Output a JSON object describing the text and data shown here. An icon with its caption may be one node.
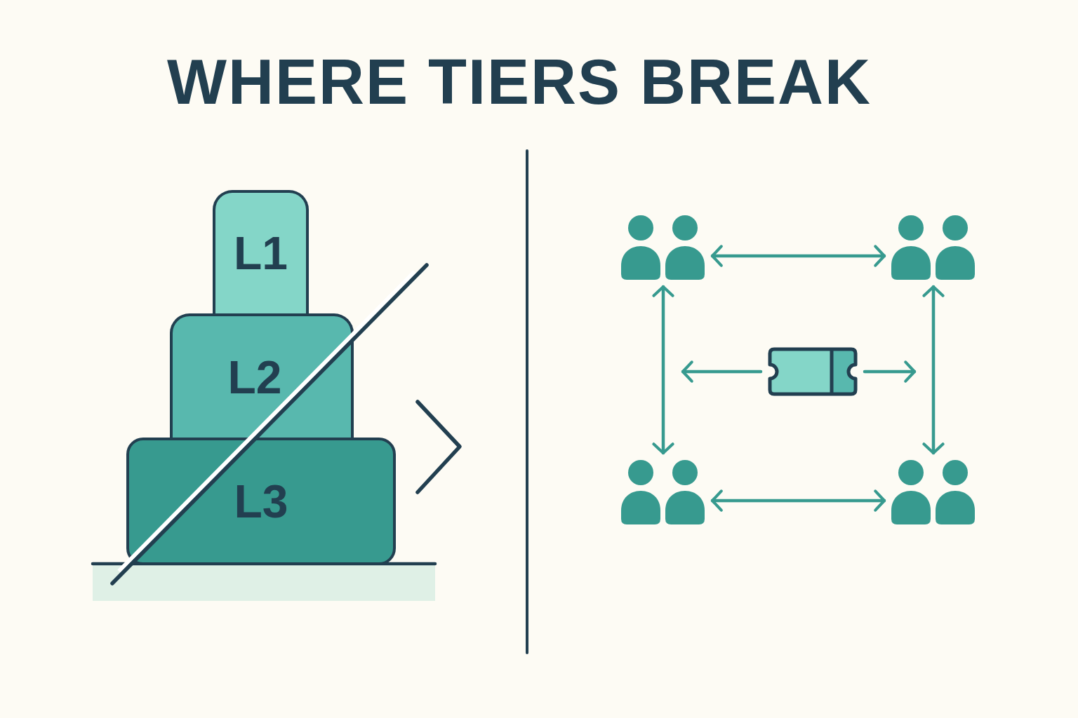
{
  "diagram": {
    "title": "WHERE TIERS BREAK",
    "nodes": [
      {
        "text": [
          "L1"
        ]
      },
      {
        "text": [
          "L2"
        ]
      },
      {
        "text": [
          "L3"
        ]
      },
      {
        "text": [],
        "shape": "person"
      },
      {
        "text": [],
        "shape": "person"
      },
      {
        "text": [],
        "shape": "picture"
      },
      {
        "text": [],
        "shape": "person"
      },
      {
        "text": [],
        "shape": "person"
      }
    ],
    "edges": [
      {
        "from": 3,
        "to": 4,
        "arrow": "both"
      },
      {
        "from": 3,
        "to": 6,
        "arrow": "both"
      },
      {
        "from": 4,
        "to": 7,
        "arrow": "both"
      },
      {
        "from": 5,
        "to": null,
        "arrow": "to"
      },
      {
        "from": 5,
        "to": null,
        "arrow": "to"
      },
      {
        "from": 6,
        "to": 7,
        "arrow": "both"
      }
    ]
  }
}
